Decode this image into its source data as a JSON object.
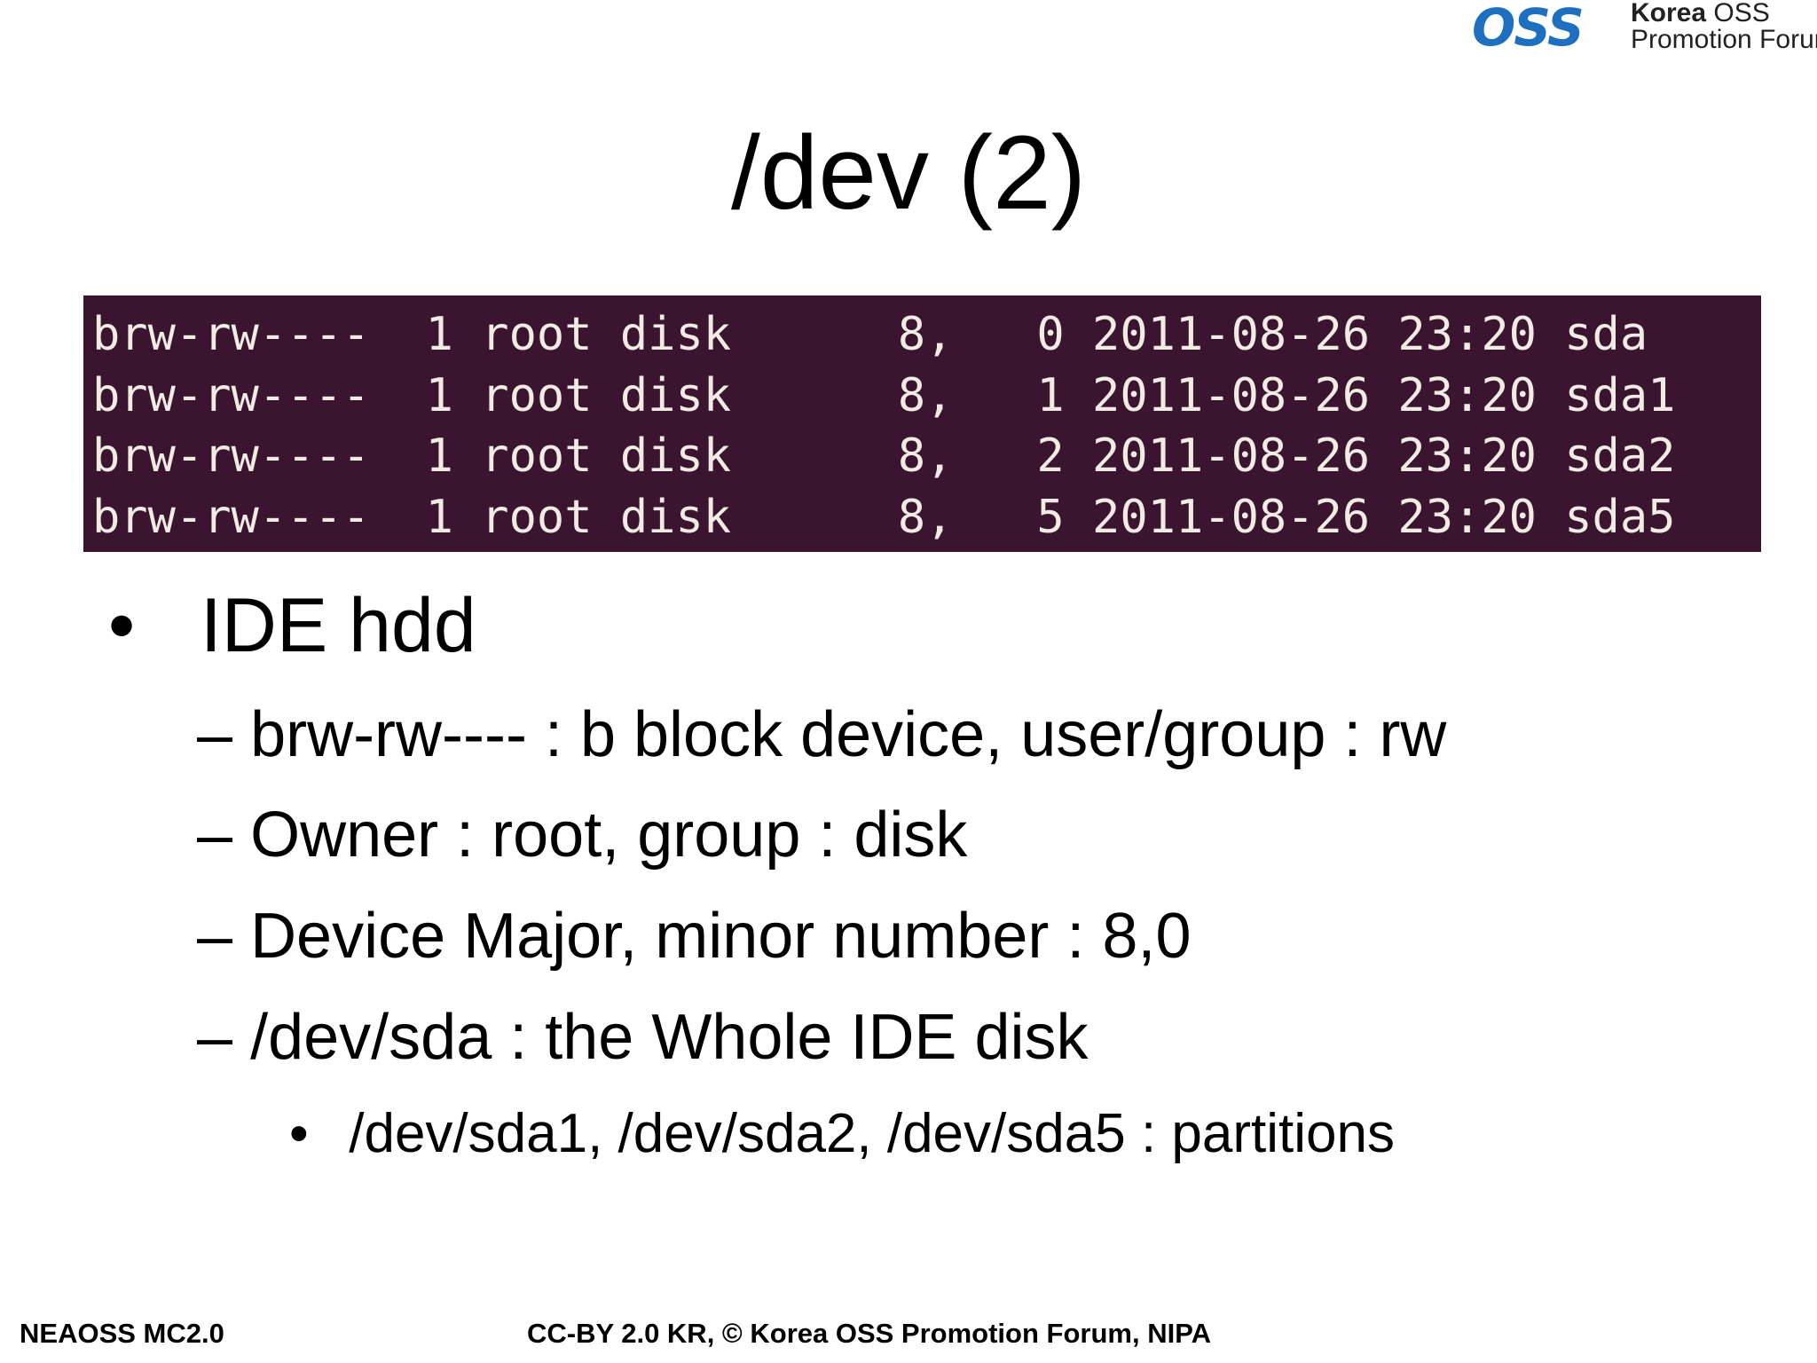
{
  "logo": {
    "mark": "OSS",
    "line1_bold": "Korea",
    "line1_rest": "OSS",
    "line2": "Promotion Forum"
  },
  "slide": {
    "title": "/dev (2)",
    "terminal_lines": [
      "brw-rw----  1 root disk      8,   0 2011-08-26 23:20 sda",
      "brw-rw----  1 root disk      8,   1 2011-08-26 23:20 sda1",
      "brw-rw----  1 root disk      8,   2 2011-08-26 23:20 sda2",
      "brw-rw----  1 root disk      8,   5 2011-08-26 23:20 sda5"
    ],
    "bullet_symbol": "•",
    "dash_symbol": "–",
    "bullet": "IDE hdd",
    "sub_items": [
      "brw-rw---- : b block device, user/group : rw",
      "Owner : root, group : disk",
      "Device Major, minor number  : 8,0",
      "/dev/sda : the Whole IDE disk"
    ],
    "sub_sub_item": "/dev/sda1, /dev/sda2, /dev/sda5  : partitions"
  },
  "footer": {
    "left": "NEAOSS MC2.0",
    "center": "CC-BY 2.0 KR, © Korea OSS Promotion Forum, NIPA"
  },
  "colors": {
    "terminal_bg": "#3b1530",
    "terminal_fg": "#f0ece4",
    "logo_blue": "#1f6fc0",
    "logo_orange": "#f2a33a"
  }
}
